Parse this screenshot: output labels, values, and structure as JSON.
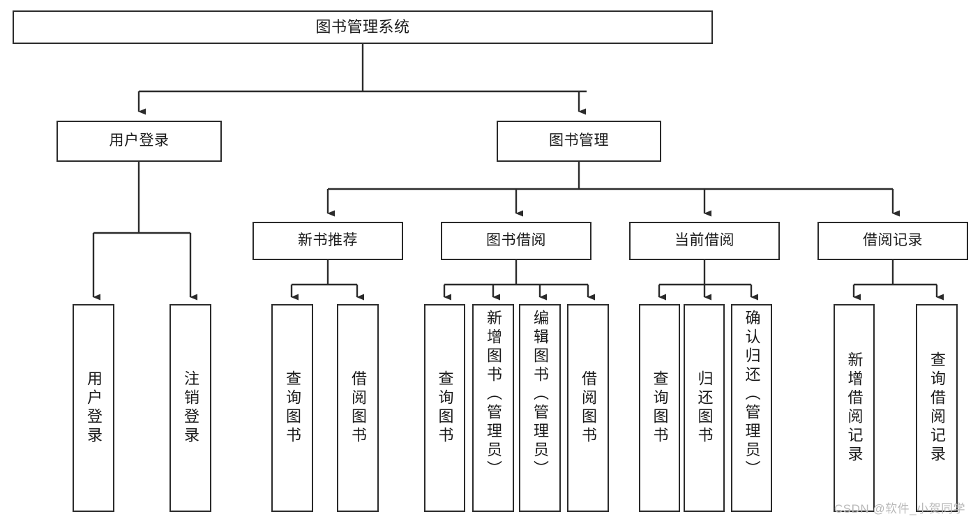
{
  "diagram": {
    "title": "图书管理系统",
    "type": "function-structure-tree",
    "stroke_color": "#2b2b2b",
    "fill_color": "#ffffff",
    "text_color": "#1a1a1a",
    "watermark": "CSDN @软件_小贺同学",
    "levels": {
      "root": {
        "label": "图书管理系统"
      },
      "level2": [
        {
          "label": "用户登录"
        },
        {
          "label": "图书管理"
        }
      ],
      "level3": [
        {
          "label": "新书推荐"
        },
        {
          "label": "图书借阅"
        },
        {
          "label": "当前借阅"
        },
        {
          "label": "借阅记录"
        }
      ],
      "leaves": {
        "user_login": [
          {
            "label": "用户登录"
          },
          {
            "label": "注销登录"
          }
        ],
        "new_book_recommend": [
          {
            "label": "查询图书"
          },
          {
            "label": "借阅图书"
          }
        ],
        "book_borrow": [
          {
            "label": "查询图书"
          },
          {
            "label": "新增图书（管理员）"
          },
          {
            "label": "编辑图书（管理员）"
          },
          {
            "label": "借阅图书"
          }
        ],
        "current_borrow": [
          {
            "label": "查询图书"
          },
          {
            "label": "归还图书"
          },
          {
            "label": "确认归还（管理员）"
          }
        ],
        "borrow_record": [
          {
            "label": "新增借阅记录"
          },
          {
            "label": "查询借阅记录"
          }
        ]
      }
    }
  }
}
